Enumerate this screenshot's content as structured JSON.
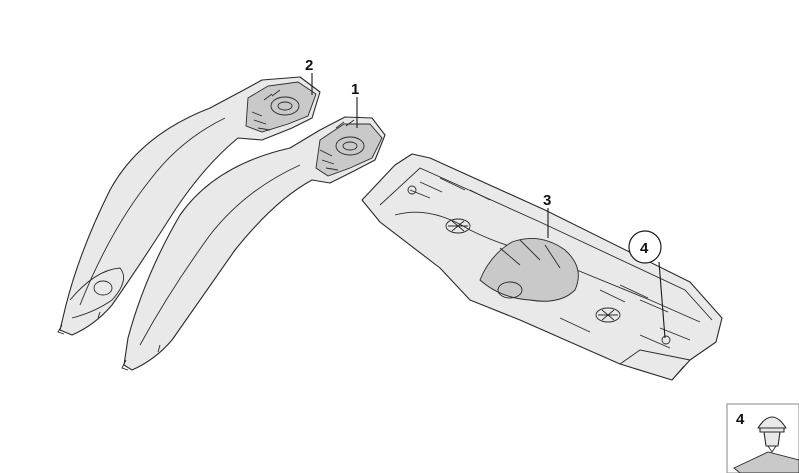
{
  "callouts": {
    "c1": "1",
    "c2": "2",
    "c3": "3",
    "c4": "4",
    "inset": "4"
  },
  "colors": {
    "line": "#2a2a2a",
    "part_fill": "#e9e9e9",
    "background": "#ffffff"
  },
  "icons": {
    "clip": "clip-icon",
    "pillar_left": "pillar-trim-icon",
    "pillar_right": "pillar-trim-icon",
    "panel": "rear-panel-trim-icon"
  }
}
